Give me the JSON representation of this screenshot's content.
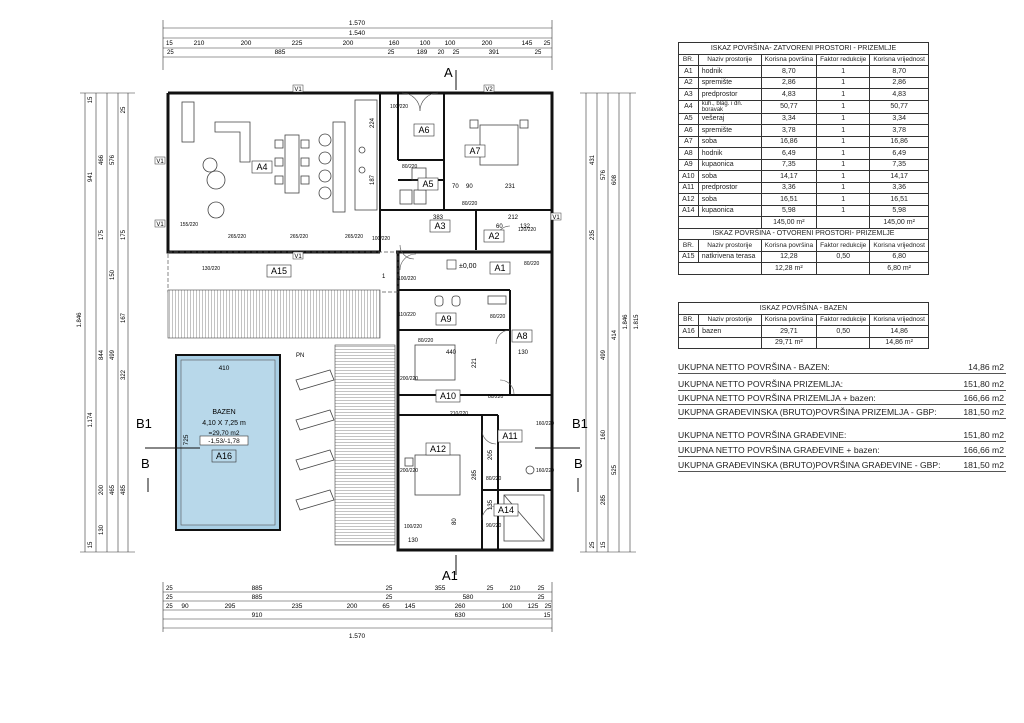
{
  "plan": {
    "top_dims": {
      "overall": "1.570",
      "row2": "1.540",
      "row3": [
        "15",
        "210",
        "200",
        "225",
        "200",
        "160",
        "100",
        "100",
        "200",
        "145",
        "25"
      ],
      "row4": [
        "25",
        "885",
        "25",
        "189",
        "20",
        "25",
        "391",
        "25"
      ]
    },
    "bottom_dims": {
      "row1": [
        "25",
        "885",
        "25",
        "355",
        "25",
        "210",
        "25"
      ],
      "row2": [
        "25",
        "885",
        "25",
        "580",
        "25"
      ],
      "row3": [
        "25",
        "90",
        "295",
        "235",
        "200",
        "65",
        "145",
        "260",
        "100",
        "125",
        "25"
      ],
      "row4": [
        "910",
        "630",
        "15"
      ],
      "overall": "1.570"
    },
    "left_dims": [
      "941",
      "466",
      "576",
      "175",
      "1.846",
      "1.174",
      "844",
      "499",
      "167",
      "150",
      "322",
      "200",
      "130",
      "465",
      "485",
      "25",
      "15",
      "175",
      "15"
    ],
    "right_dims": [
      "431",
      "576",
      "608",
      "1.846",
      "1.815",
      "414",
      "499",
      "525",
      "235",
      "160",
      "285",
      "25",
      "15"
    ],
    "rooms": [
      "A4",
      "A6",
      "A7",
      "A5",
      "A2",
      "A3",
      "A1",
      "A15",
      "A9",
      "A8",
      "A10",
      "A11",
      "A12",
      "A14",
      "A16"
    ],
    "section_marks": {
      "a_top": "A",
      "a_bottom": "A1",
      "b_left_top": "B1",
      "b_left_bottom": "B",
      "b_right_top": "B1",
      "b_right_bottom": "B"
    },
    "level": "±0,00",
    "pool": {
      "title": "BAZEN",
      "size": "4,10 X 7,25 m",
      "area": "=29,70 m2",
      "depth": "-1,53/-1,78",
      "width_dim": "410",
      "length_dim": "725"
    },
    "opening_labels": [
      "V1",
      "V1",
      "V1",
      "V1",
      "V1",
      "V2"
    ],
    "opening_sizes": [
      "155/220",
      "265/220",
      "265/220",
      "265/220",
      "100/220",
      "80/220",
      "100/220",
      "80/220",
      "120/220",
      "100/220",
      "80/220",
      "110/220",
      "80/220",
      "80/220",
      "200/220",
      "200/220",
      "80/220",
      "210/220",
      "160/220",
      "160/220",
      "80/220",
      "100/220",
      "130/220",
      "90/220"
    ],
    "inner_dims": [
      "224",
      "187",
      "383",
      "212",
      "70",
      "90",
      "231",
      "440",
      "221",
      "130",
      "285",
      "205",
      "135",
      "80",
      "130",
      "132",
      "60"
    ],
    "pin_label": "PN",
    "step_level": "1"
  },
  "table1": {
    "caption": "ISKAZ POVRŠINA- ZATVORENI PROSTORI - PRIZEMLJE",
    "headers": [
      "BR.",
      "Naziv prostorije",
      "Korisna površina",
      "Faktor redukcije",
      "Korisna vrijednost"
    ],
    "rows": [
      [
        "A1",
        "hodnik",
        "8,70",
        "1",
        "8,70"
      ],
      [
        "A2",
        "spremište",
        "2,86",
        "1",
        "2,86"
      ],
      [
        "A3",
        "predprostor",
        "4,83",
        "1",
        "4,83"
      ],
      [
        "A4",
        "kuh., blag. i dn. boravak",
        "50,77",
        "1",
        "50,77"
      ],
      [
        "A5",
        "vešeraj",
        "3,34",
        "1",
        "3,34"
      ],
      [
        "A6",
        "spremište",
        "3,78",
        "1",
        "3,78"
      ],
      [
        "A7",
        "soba",
        "16,86",
        "1",
        "16,86"
      ],
      [
        "A8",
        "hodnik",
        "6,49",
        "1",
        "6,49"
      ],
      [
        "A9",
        "kupaonica",
        "7,35",
        "1",
        "7,35"
      ],
      [
        "A10",
        "soba",
        "14,17",
        "1",
        "14,17"
      ],
      [
        "A11",
        "predprostor",
        "3,36",
        "1",
        "3,36"
      ],
      [
        "A12",
        "soba",
        "16,51",
        "1",
        "16,51"
      ],
      [
        "A14",
        "kupaonica",
        "5,98",
        "1",
        "5,98"
      ]
    ],
    "total_area": "145,00 m²",
    "total_value": "145,00 m²",
    "caption2": "ISKAZ POVRŠINA - OTVORENI PROSTORI- PRIZEMLJE",
    "row2": [
      "A15",
      "natkrivena terasa",
      "12,28",
      "0,50",
      "6,80"
    ],
    "total2_area": "12,28 m²",
    "total2_value": "6,80 m²"
  },
  "table2": {
    "caption": "ISKAZ POVRŠINA - BAZEN",
    "headers": [
      "BR.",
      "Naziv prostorije",
      "Korisna površina",
      "Faktor redukcije",
      "Korisna vrijednost"
    ],
    "row": [
      "A16",
      "bazen",
      "29,71",
      "0,50",
      "14,86"
    ],
    "total_area": "29,71 m²",
    "total_value": "14,86 m²"
  },
  "summary": [
    {
      "label": "UKUPNA NETTO POVRŠINA -  BAZEN:",
      "value": "14,86 m2"
    },
    {
      "label": "UKUPNA NETTO POVRŠINA PRIZEMLJA:",
      "value": "151,80 m2"
    },
    {
      "label": "UKUPNA NETTO POVRŠINA PRIZEMLJA + bazen:",
      "value": "166,66 m2"
    },
    {
      "label": "UKUPNA GRAĐEVINSKA (BRUTO)POVRŠINA PRIZEMLJA - GBP:",
      "value": "181,50 m2"
    },
    {
      "label": "UKUPNA NETTO POVRŠINA GRAĐEVINE:",
      "value": "151,80 m2"
    },
    {
      "label": "UKUPNA NETTO POVRŠINA GRAĐEVINE + bazen:",
      "value": "166,66 m2"
    },
    {
      "label": "UKUPNA GRAĐEVINSKA (BRUTO)POVRŠINA GRAĐEVINE - GBP:",
      "value": "181,50 m2"
    }
  ]
}
